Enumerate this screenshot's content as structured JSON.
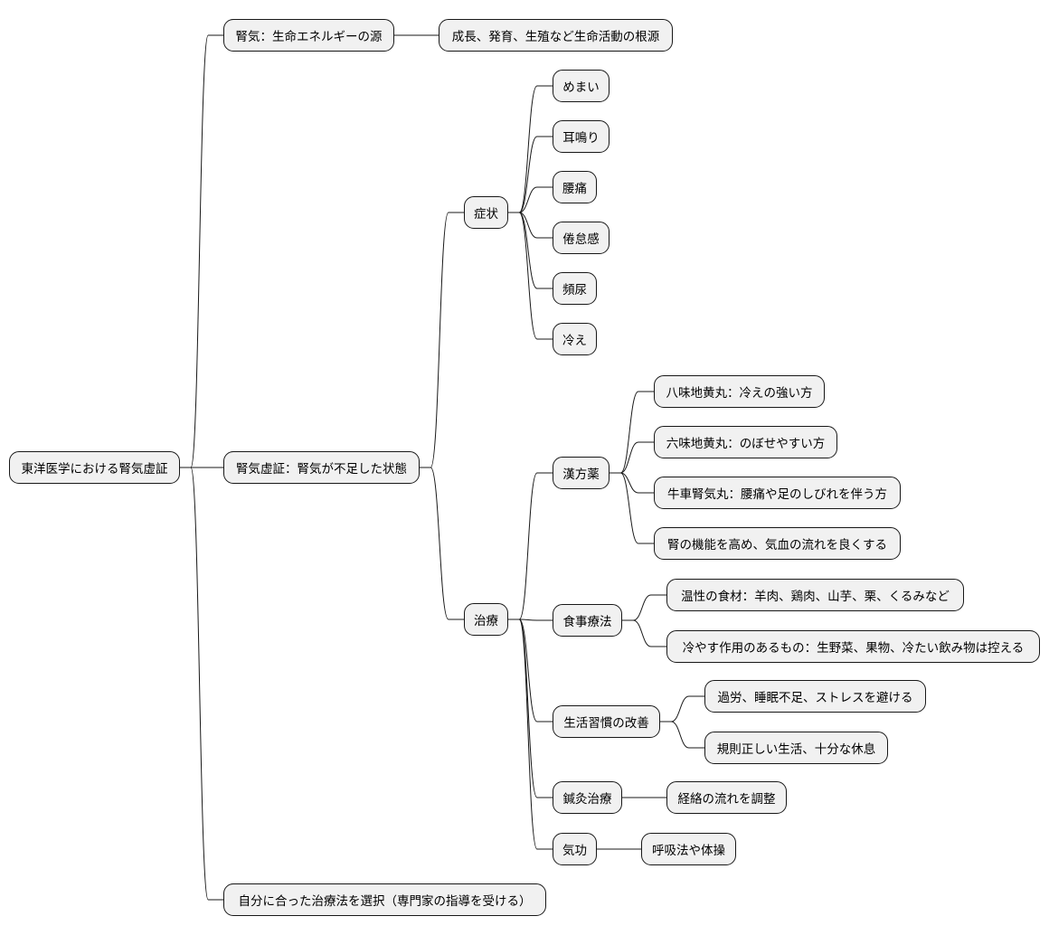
{
  "mindmap": {
    "root": {
      "label": "東洋医学における腎気虚証",
      "children": [
        {
          "label": "腎気：生命エネルギーの源",
          "children": [
            {
              "label": "成長、発育、生殖など生命活動の根源"
            }
          ]
        },
        {
          "label": "腎気虚証：腎気が不足した状態",
          "children": [
            {
              "label": "症状",
              "children": [
                {
                  "label": "めまい"
                },
                {
                  "label": "耳鳴り"
                },
                {
                  "label": "腰痛"
                },
                {
                  "label": "倦怠感"
                },
                {
                  "label": "頻尿"
                },
                {
                  "label": "冷え"
                }
              ]
            },
            {
              "label": "治療",
              "children": [
                {
                  "label": "漢方薬",
                  "children": [
                    {
                      "label": "八味地黄丸：冷えの強い方"
                    },
                    {
                      "label": "六味地黄丸：のぼせやすい方"
                    },
                    {
                      "label": "牛車腎気丸：腰痛や足のしびれを伴う方"
                    },
                    {
                      "label": "腎の機能を高め、気血の流れを良くする"
                    }
                  ]
                },
                {
                  "label": "食事療法",
                  "children": [
                    {
                      "label": "温性の食材：羊肉、鶏肉、山芋、栗、くるみなど"
                    },
                    {
                      "label": "冷やす作用のあるもの：生野菜、果物、冷たい飲み物は控える"
                    }
                  ]
                },
                {
                  "label": "生活習慣の改善",
                  "children": [
                    {
                      "label": "過労、睡眠不足、ストレスを避ける"
                    },
                    {
                      "label": "規則正しい生活、十分な休息"
                    }
                  ]
                },
                {
                  "label": "鍼灸治療",
                  "children": [
                    {
                      "label": "経絡の流れを調整"
                    }
                  ]
                },
                {
                  "label": "気功",
                  "children": [
                    {
                      "label": "呼吸法や体操"
                    }
                  ]
                }
              ]
            }
          ]
        },
        {
          "label": "自分に合った治療法を選択（専門家の指導を受ける）"
        }
      ]
    }
  }
}
